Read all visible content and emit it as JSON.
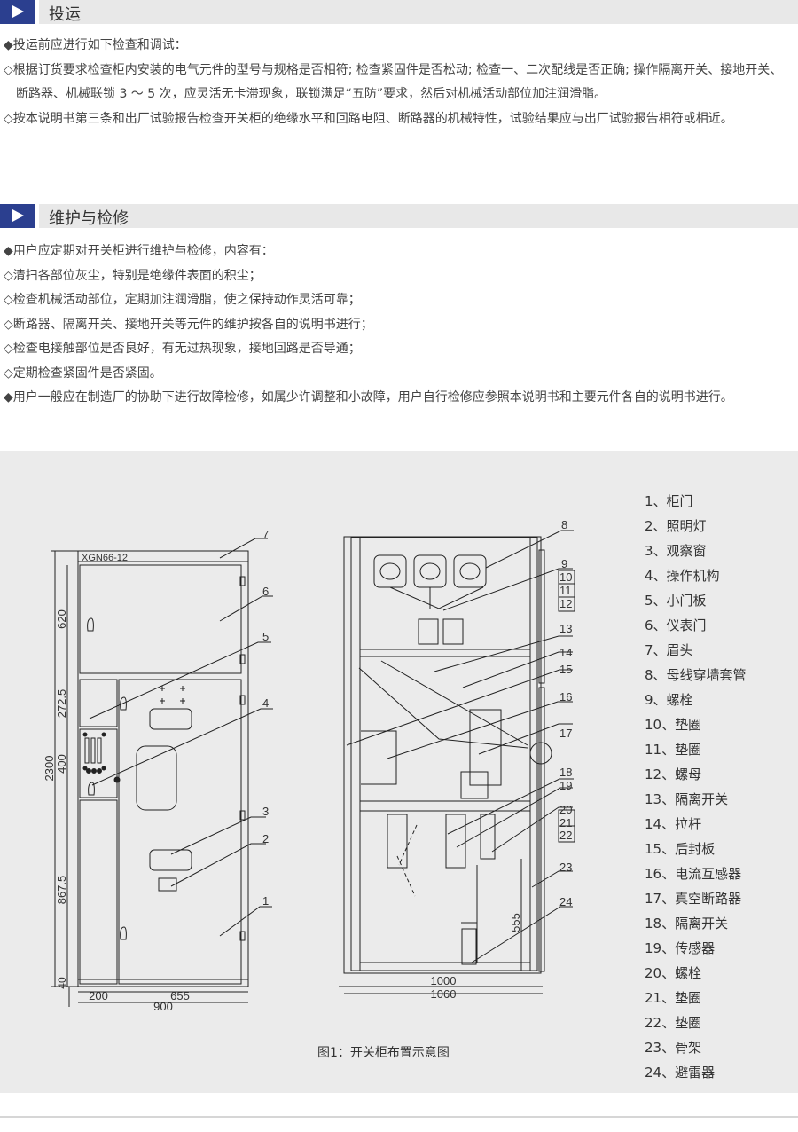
{
  "sections": [
    {
      "title": "投运",
      "paragraphs": [
        "◆投运前应进行如下检查和调试：",
        "◇根据订货要求检查柜内安装的电气元件的型号与规格是否相符; 检查紧固件是否松动; 检查一、二次配线是否正确; 操作隔离开关、接地开关、断路器、机械联锁 3 ～ 5 次，应灵活无卡滞现象，联锁满足“五防”要求，然后对机械活动部位加注润滑脂。",
        "◇按本说明书第三条和出厂试验报告检查开关柜的绝缘水平和回路电阻、断路器的机械特性，试验结果应与出厂试验报告相符或相近。"
      ]
    },
    {
      "title": "维护与检修",
      "paragraphs": [
        "◆用户应定期对开关柜进行维护与检修，内容有：",
        "◇清扫各部位灰尘，特别是绝缘件表面的积尘；",
        "◇检查机械活动部位，定期加注润滑脂，使之保持动作灵活可靠；",
        "◇断路器、隔离开关、接地开关等元件的维护按各自的说明书进行；",
        "◇检查电接触部位是否良好，有无过热现象，接地回路是否导通；",
        "◇定期检查紧固件是否紧固。",
        "◆用户一般应在制造厂的协助下进行故障检修，如属少许调整和小故障，用户自行检修应参照本说明书和主要元件各自的说明书进行。"
      ]
    }
  ],
  "figure": {
    "caption": "图1：开关柜布置示意图",
    "model": "XGN66-12",
    "front_dims": {
      "total_height": "2300",
      "h1": "620",
      "h2": "272.5",
      "h3": "400",
      "h4": "867.5",
      "h5": "40",
      "w1": "200",
      "w2": "655",
      "w3": "900"
    },
    "side_dims": {
      "w1": "1000",
      "w2": "1060",
      "h": "555"
    },
    "callouts": [
      "1",
      "2",
      "3",
      "4",
      "5",
      "6",
      "7",
      "8",
      "9",
      "10",
      "11",
      "12",
      "13",
      "14",
      "15",
      "16",
      "17",
      "18",
      "19",
      "20",
      "21",
      "22",
      "23",
      "24"
    ],
    "legend": [
      "1、柜门",
      "2、照明灯",
      "3、观察窗",
      "4、操作机构",
      "5、小门板",
      "6、仪表门",
      "7、眉头",
      "8、母线穿墙套管",
      "9、螺栓",
      "10、垫圈",
      "11、垫圈",
      "12、螺母",
      "13、隔离开关",
      "14、拉杆",
      "15、后封板",
      "16、电流互感器",
      "17、真空断路器",
      "18、隔离开关",
      "19、传感器",
      "20、螺栓",
      "21、垫圈",
      "22、垫圈",
      "23、骨架",
      "24、避雷器"
    ]
  }
}
